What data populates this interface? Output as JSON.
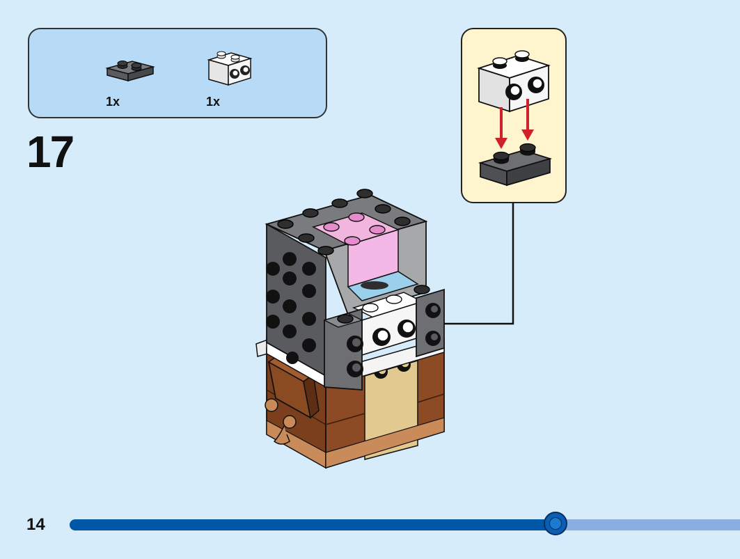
{
  "parts": [
    {
      "name": "plate-1x2-dark-grey",
      "quantity": "1x",
      "color": "#58595b"
    },
    {
      "name": "brick-1x2-white-with-studs-on-side",
      "quantity": "1x",
      "color": "#f4f4f4"
    }
  ],
  "step": {
    "number": "17"
  },
  "page": {
    "number": "14"
  },
  "progress": {
    "fraction": 0.725
  },
  "colors": {
    "background": "#d6ecfa",
    "parts_box": "#b7daf6",
    "callout": "#fef4cd",
    "arrow": "#d0202a",
    "progress_fill": "#0057a8",
    "progress_track": "#8aaee0",
    "dark_grey": "#5a5b5e",
    "light_grey": "#a7a8aa",
    "brown": "#7b3f1e",
    "tan": "#e2c98f",
    "pink": "#f2b6de",
    "light_blue": "#9bd0ec",
    "white": "#f4f4f4"
  }
}
